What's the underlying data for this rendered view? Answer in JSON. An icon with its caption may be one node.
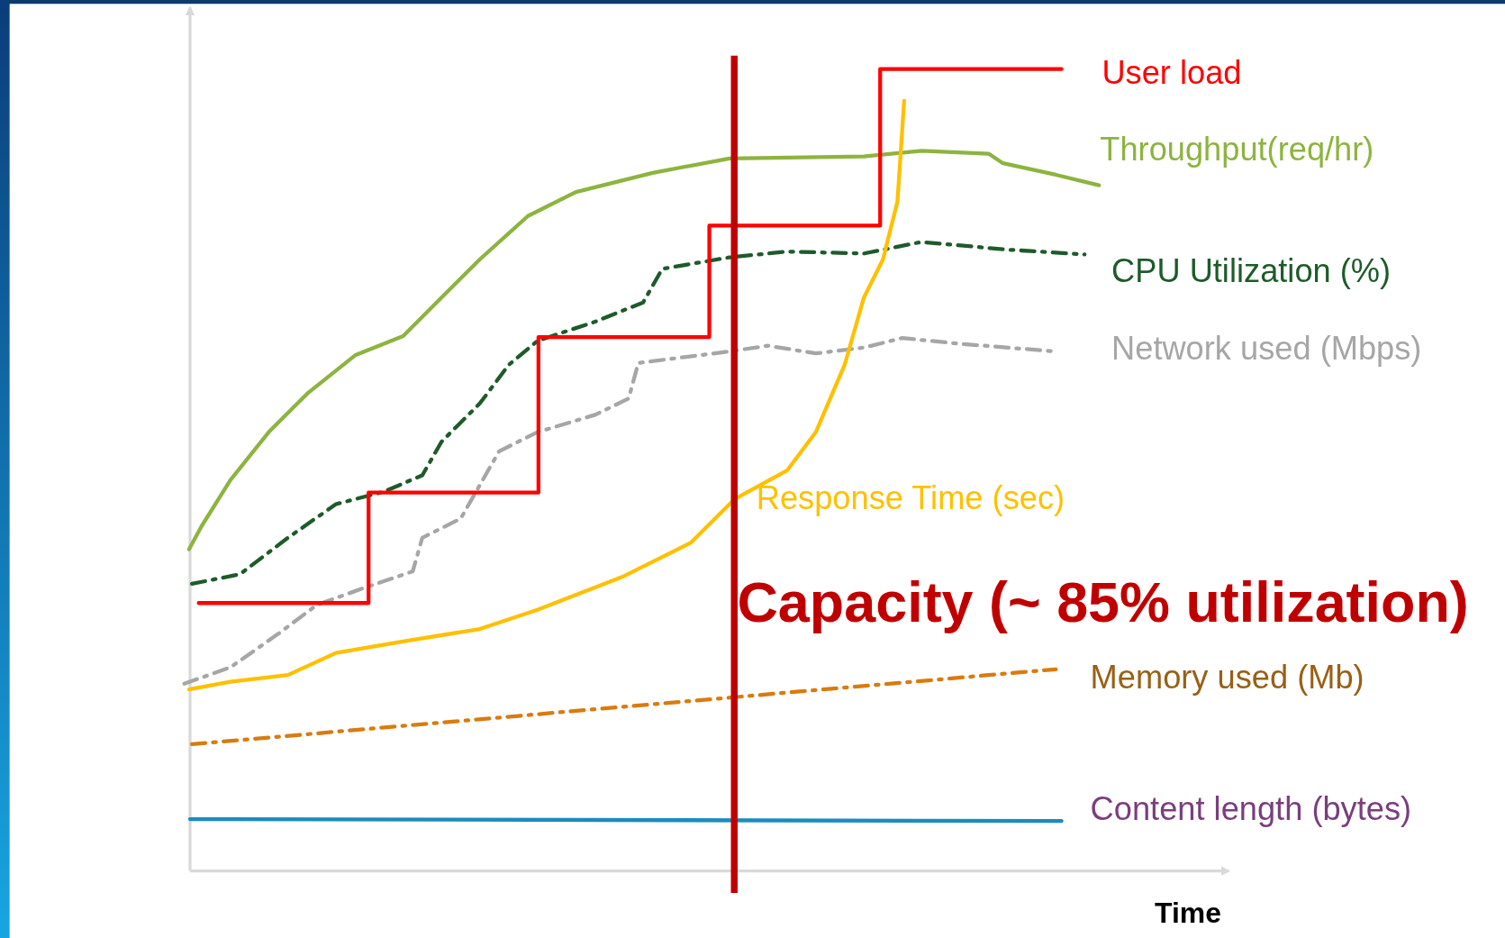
{
  "diagram": {
    "labels": [
      "User load",
      "Throughput(req/hr)",
      "CPU Utilization (%)",
      "Network used (Mbps)",
      "Response Time (sec)",
      "Capacity (~ 85% utilization)",
      "Memory used (Mb)",
      "Content length (bytes)",
      "Time"
    ]
  }
}
